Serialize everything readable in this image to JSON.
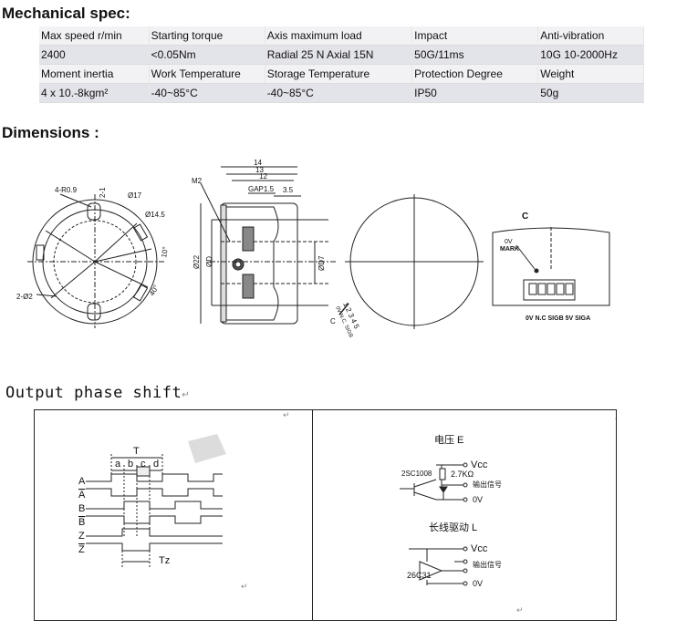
{
  "headings": {
    "mechanical": "Mechanical spec:",
    "dimensions": "Dimensions :",
    "phase": "Output phase shift"
  },
  "spec_table": {
    "rows": [
      [
        "Max speed r/min",
        "Starting torque",
        "Axis maximum load",
        "Impact",
        "Anti-vibration"
      ],
      [
        "2400",
        "<0.05Nm",
        "Radial 25 N Axial 15N",
        "50G/11ms",
        "10G  10-2000Hz"
      ],
      [
        "Moment inertia",
        "Work Temperature",
        "Storage Temperature",
        "Protection Degree",
        "Weight"
      ],
      [
        "4 x 10.-8kgm²",
        "-40~85°C",
        "-40~85°C",
        "IP50",
        "50g"
      ]
    ]
  },
  "dimensions": {
    "front": {
      "r09": "4-R0.9",
      "two_one": "2-1",
      "d17": "Ø17",
      "d145": "Ø14.5",
      "ten": "10°",
      "forty": "40°",
      "two_d2": "2-Ø2"
    },
    "side": {
      "w14": "14",
      "w13": "13",
      "w12": "12",
      "gap": "GAP1.5",
      "w35": "3.5",
      "m2": "M2",
      "d22": "Ø22",
      "d_d": "ØD",
      "d_d7": "ØD7"
    },
    "pins_label": "1 2 3 4 5",
    "pins_names": "0V N.C. SIGB 5V SIGA",
    "c_label": "C",
    "connector": {
      "c": "C",
      "ov": "0V",
      "mark": "MARK",
      "pins": "0V N.C SIGB 5V SIGA"
    }
  },
  "edit_mark": "↵",
  "phase": {
    "timing": {
      "T": "T",
      "a": "a",
      "b": "b",
      "c": "c",
      "d": "d",
      "Tz": "Tz",
      "signals": [
        "A",
        "A",
        "B",
        "B",
        "Z",
        "Z"
      ]
    },
    "circuit": {
      "voltage_title": "电压 E",
      "vcc": "Vcc",
      "transistor": "2SC1008",
      "resistor": "2.7KΩ",
      "output": "输出信号",
      "zero": "0V",
      "line_title": "长线驱动 L",
      "vcc2": "Vcc",
      "output2": "输出信号",
      "ic": "26C31",
      "zero2": "0V"
    }
  }
}
